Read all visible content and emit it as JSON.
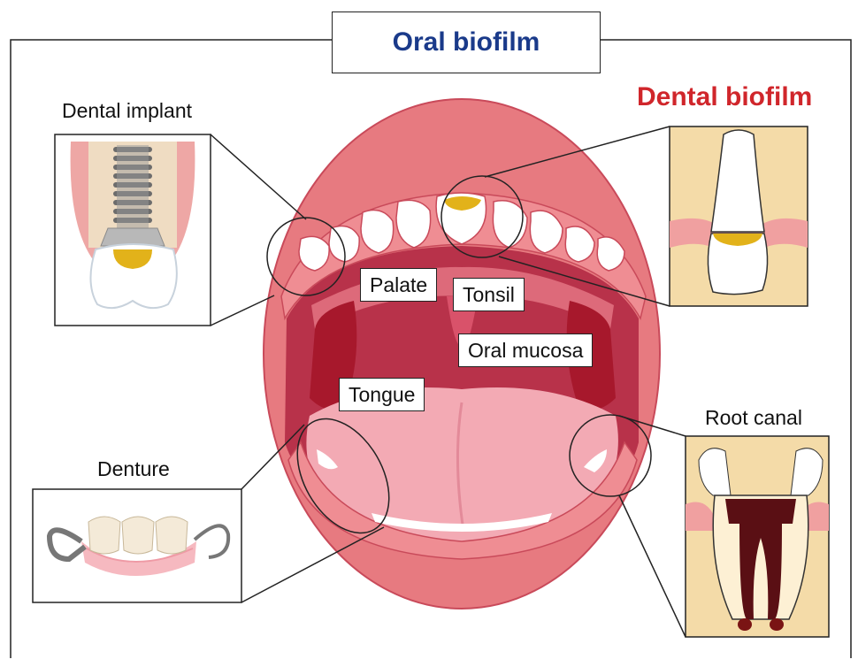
{
  "title": "Oral biofilm",
  "subtitle": "Dental biofilm",
  "colors": {
    "title": "#1a3a8a",
    "subtitle": "#d0262b",
    "lip": "#e77a80",
    "inner_mouth": "#b8324a",
    "gum": "#f2a6a8",
    "tooth": "#ffffff",
    "plaque": "#e2b21a",
    "tongue": "#f3aab4",
    "dentin": "#f4dba8",
    "pulp": "#5a0f14"
  },
  "labels": {
    "dental_implant": "Dental implant",
    "denture": "Denture",
    "root_canal": "Root canal",
    "palate": "Palate",
    "tonsil": "Tonsil",
    "oral_mucosa": "Oral mucosa",
    "tongue": "Tongue"
  },
  "icons": {
    "implant": "dental-implant-icon",
    "denture": "denture-icon",
    "tooth_plaque": "tooth-plaque-icon",
    "root_canal": "root-canal-icon",
    "mouth": "open-mouth-illustration"
  }
}
